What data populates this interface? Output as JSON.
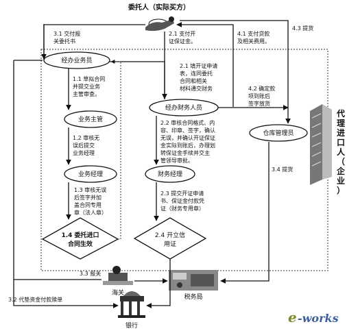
{
  "nodes": {
    "client": "委托人（实际买方）",
    "agent_company_vertical": [
      "代",
      "理",
      "进",
      "口",
      "人",
      "（",
      "企",
      "业",
      "）"
    ],
    "business_staff": "经办业务员",
    "business_manager": "业务主管",
    "business_director": "业务经理",
    "finance_staff": "经办财务人员",
    "finance_manager": "财务经理",
    "warehouse_manager": "仓库管理员",
    "contract_effective": [
      "1.4 委托进口",
      "合同生效"
    ],
    "open_lc": [
      "2.4 开立信",
      "用证"
    ],
    "customs": "海关",
    "tax_bureau": "税务局",
    "bank": "银行"
  },
  "steps": {
    "s3_1": [
      "3.1 交付报",
      "关委托书"
    ],
    "s2_1": [
      "2.1 支付开",
      "证保证金。"
    ],
    "s4_1": [
      "4.1 支付贷款",
      "及相关费用。"
    ],
    "s4_3": "4.3 提货",
    "s1_1": [
      "1.1 草拟合同",
      "并提交业务",
      "主管审查。"
    ],
    "s2_1b": [
      "2.1 填开证申请",
      "表，连同委托",
      "合同和相关",
      "材料通交财务"
    ],
    "s4_2": [
      "4.2 确定款",
      "项到账后",
      "签字放货"
    ],
    "s1_2": [
      "1.2 审核无",
      "误后提交",
      "业务经理"
    ],
    "s2_2": [
      "2.2 审核合同格式、内",
      "容、印章、签字，确认",
      "无误，并确认开证保证",
      "金实际到账后，办理划",
      "转保证金手续并交主",
      "管领导审批。"
    ],
    "s1_3": [
      "1.3 审核无误",
      "后签字并加",
      "盖合同专用",
      "章（法人章）"
    ],
    "s2_3": [
      "2.3 提交开证申请",
      "书、保证金付款凭",
      "证（财务专用章）"
    ],
    "s3_4": "3.4 提货",
    "s3_3": "3.3 报关",
    "s3_2": "3.2 代垫资金付款赎单"
  },
  "watermark": {
    "e": "e",
    "works": "-works"
  }
}
